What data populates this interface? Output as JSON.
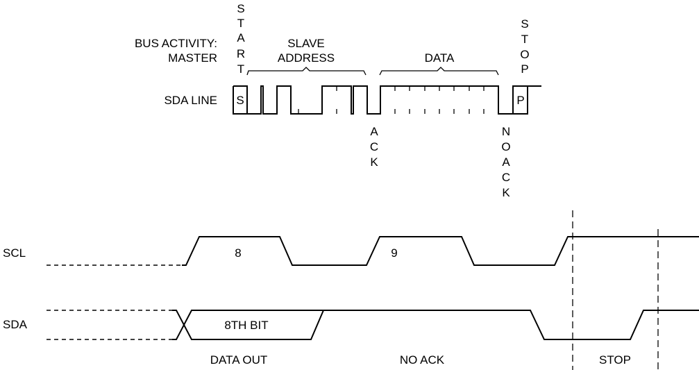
{
  "bus": {
    "label_line1": "BUS ACTIVITY:",
    "label_line2": "MASTER",
    "sda_line_label": "SDA LINE",
    "start_vertical": [
      "S",
      "T",
      "A",
      "R",
      "T"
    ],
    "slave_address_line1": "SLAVE",
    "slave_address_line2": "ADDRESS",
    "data_label": "DATA",
    "stop_vertical": [
      "S",
      "T",
      "O",
      "P"
    ],
    "start_bit": "S",
    "stop_bit": "P",
    "ack_vertical": [
      "A",
      "C",
      "K"
    ],
    "noack_vertical": [
      "N",
      "O",
      "A",
      "C",
      "K"
    ]
  },
  "timing": {
    "scl_label": "SCL",
    "sda_label": "SDA",
    "clock_pulse_1": "8",
    "clock_pulse_2": "9",
    "bit_label": "8TH BIT",
    "phase_data_out": "DATA OUT",
    "phase_no_ack": "NO ACK",
    "phase_stop": "STOP"
  }
}
